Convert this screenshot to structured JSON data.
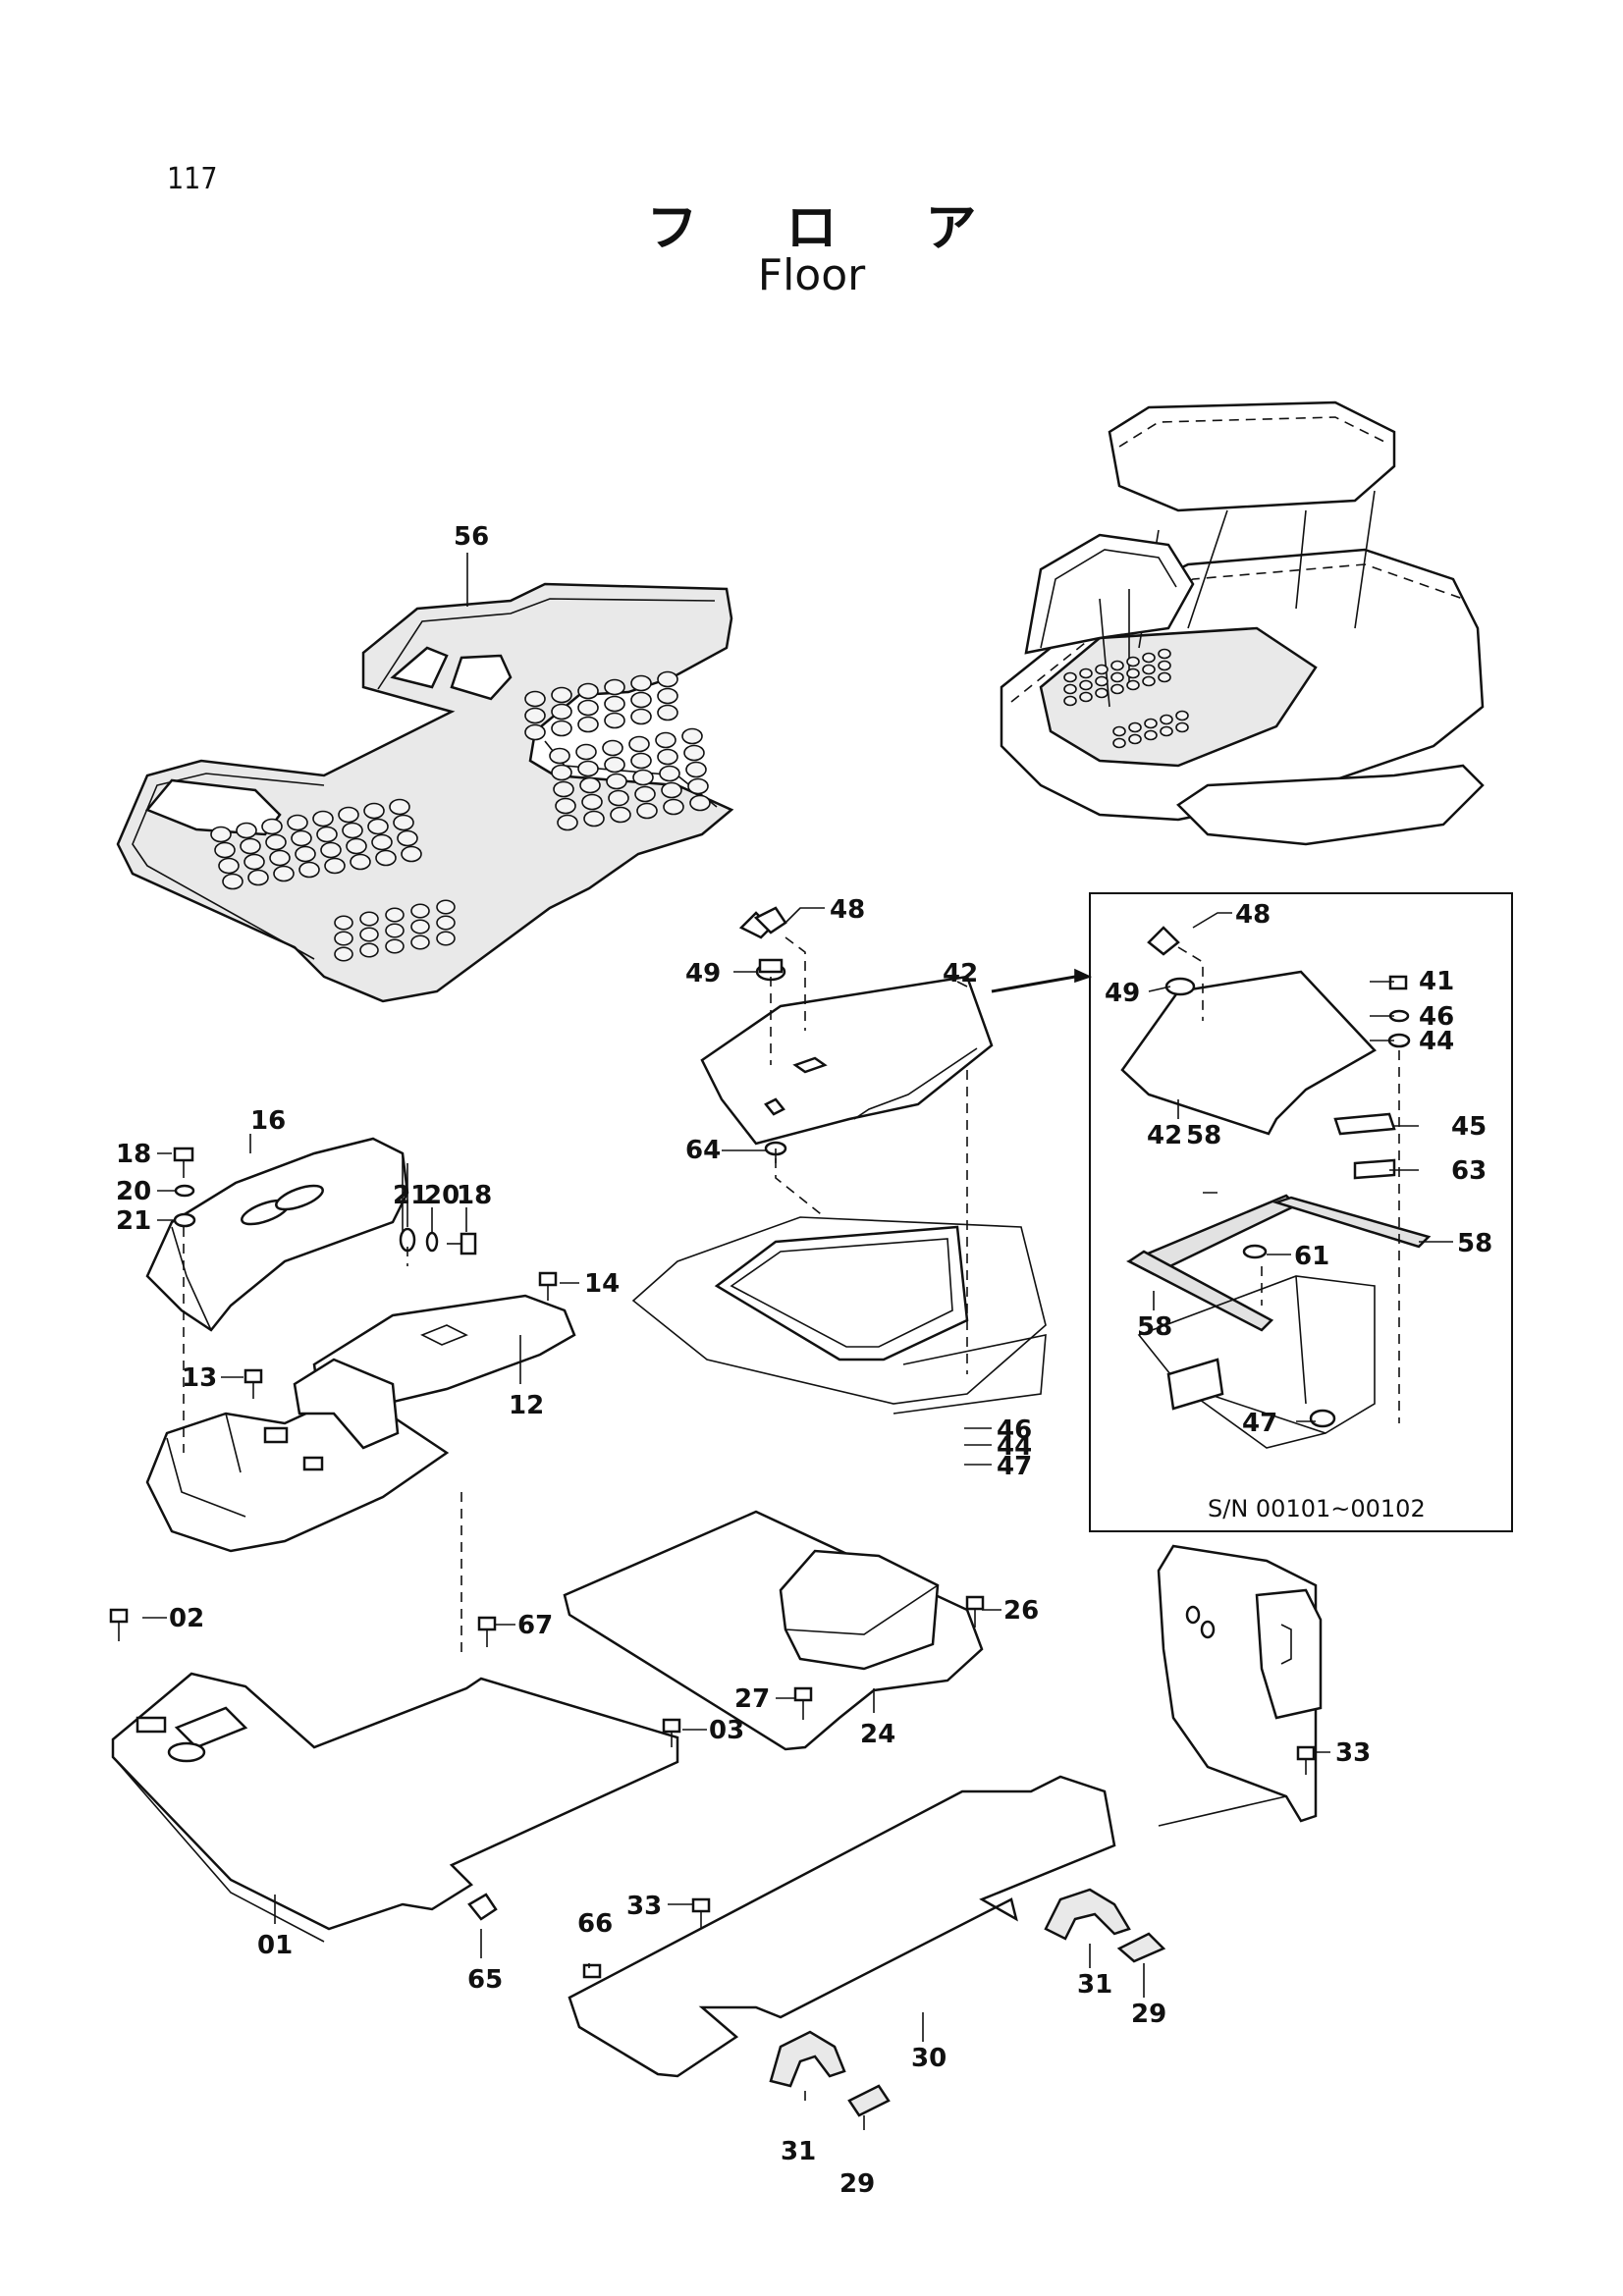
{
  "page": {
    "number": "117",
    "title_jp": "フロア",
    "title_en": "Floor"
  },
  "inset": {
    "serial_range": "S/N 00101~00102"
  },
  "callouts": {
    "c56": "56",
    "c48a": "48",
    "c49a": "49",
    "c42a": "42",
    "c64": "64",
    "c46a": "46",
    "c44a": "44",
    "c47a": "47",
    "c16": "16",
    "c18a": "18",
    "c20a": "20",
    "c21a": "21",
    "c21b": "21",
    "c20b": "20",
    "c18b": "18",
    "c14": "14",
    "c13": "13",
    "c12": "12",
    "c02": "02",
    "c67": "67",
    "c03": "03",
    "c01": "01",
    "c65": "65",
    "c26": "26",
    "c27": "27",
    "c24": "24",
    "c48b": "48",
    "c49b": "49",
    "c41": "41",
    "c46b": "46",
    "c44b": "44",
    "c42b": "42",
    "c58a": "58",
    "c45": "45",
    "c63": "63",
    "c61": "61",
    "c58b": "58",
    "c58c": "58",
    "c47b": "47",
    "c33a": "33",
    "c33b": "33",
    "c66": "66",
    "c30": "30",
    "c31a": "31",
    "c29a": "29",
    "c31b": "31",
    "c29b": "29"
  }
}
